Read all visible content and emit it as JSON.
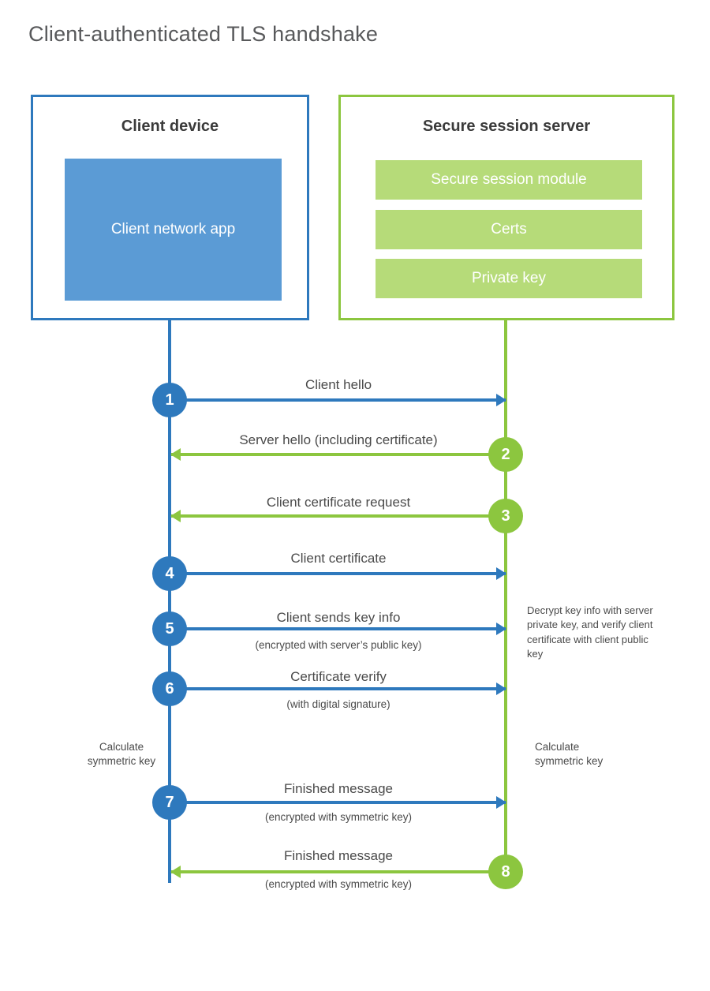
{
  "title": "Client-authenticated TLS handshake",
  "colors": {
    "client_primary": "#2E79BD",
    "client_fill": "#5B9BD5",
    "server_primary": "#8CC63F",
    "server_fill": "#B6DB79",
    "title_text": "#58595b",
    "body_text": "#4a4a4a",
    "background": "#ffffff"
  },
  "actors": {
    "client": {
      "title": "Client device",
      "blocks": [
        "Client network app"
      ]
    },
    "server": {
      "title": "Secure session server",
      "blocks": [
        "Secure session module",
        "Certs",
        "Private key"
      ]
    }
  },
  "steps": [
    {
      "number": "1",
      "label": "Client hello",
      "sublabel": "",
      "direction": "client-to-server",
      "side": "client"
    },
    {
      "number": "2",
      "label": "Server hello (including certificate)",
      "sublabel": "",
      "direction": "server-to-client",
      "side": "server"
    },
    {
      "number": "3",
      "label": "Client certificate request",
      "sublabel": "",
      "direction": "server-to-client",
      "side": "server"
    },
    {
      "number": "4",
      "label": "Client certificate",
      "sublabel": "",
      "direction": "client-to-server",
      "side": "client"
    },
    {
      "number": "5",
      "label": "Client sends key info",
      "sublabel": "(encrypted with server’s public key)",
      "direction": "client-to-server",
      "side": "client"
    },
    {
      "number": "6",
      "label": "Certificate verify",
      "sublabel": "(with digital signature)",
      "direction": "client-to-server",
      "side": "client"
    },
    {
      "number": "7",
      "label": "Finished message",
      "sublabel": "(encrypted with symmetric key)",
      "direction": "client-to-server",
      "side": "client"
    },
    {
      "number": "8",
      "label": "Finished message",
      "sublabel": "(encrypted with symmetric key)",
      "direction": "server-to-client",
      "side": "server"
    }
  ],
  "notes": {
    "server_decrypt": "Decrypt key info with server private key, and verify client certificate with client public key",
    "client_calculate": "Calculate\nsymmetric key",
    "server_calculate": "Calculate\nsymmetric key",
    "client_calculate_line1": "Calculate",
    "client_calculate_line2": "symmetric key",
    "server_calculate_line1": "Calculate",
    "server_calculate_line2": "symmetric key"
  }
}
